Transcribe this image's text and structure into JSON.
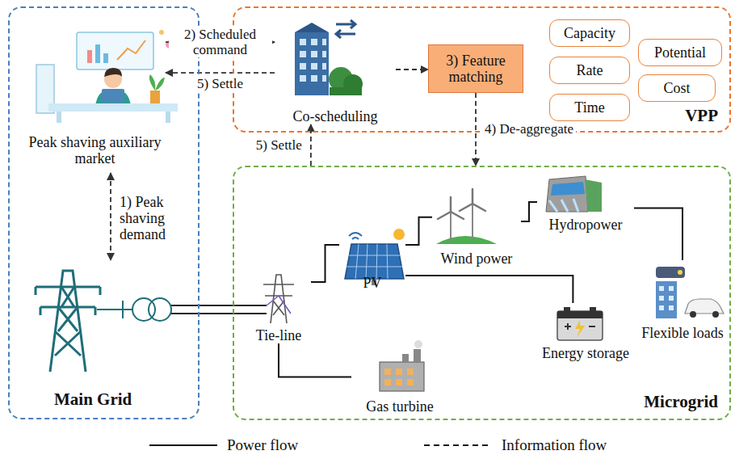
{
  "diagram": {
    "nodes": [
      {
        "text": [
          "Main Grid"
        ]
      },
      {
        "text": [
          "Peak shaving auxiliary market"
        ],
        "in": 0
      },
      {
        "text": [
          "VPP"
        ]
      },
      {
        "text": [
          "Co-scheduling"
        ],
        "in": 2
      },
      {
        "text": [
          "3) Feature matching"
        ],
        "in": 2
      },
      {
        "text": [
          "Capacity"
        ],
        "in": 2
      },
      {
        "text": [
          "Rate"
        ],
        "in": 2
      },
      {
        "text": [
          "Time"
        ],
        "in": 2
      },
      {
        "text": [
          "Potential"
        ],
        "in": 2
      },
      {
        "text": [
          "Cost"
        ],
        "in": 2
      },
      {
        "text": [
          "Microgrid"
        ]
      },
      {
        "text": [
          "Tie-line"
        ],
        "in": 10
      },
      {
        "text": [
          "PV"
        ],
        "in": 10
      },
      {
        "text": [
          "Wind power"
        ],
        "in": 10
      },
      {
        "text": [
          "Hydropower"
        ],
        "in": 10
      },
      {
        "text": [
          "Flexible loads"
        ],
        "in": 10
      },
      {
        "text": [
          "Energy storage"
        ],
        "in": 10
      },
      {
        "text": [
          "Gas turbine"
        ],
        "in": 10
      }
    ],
    "edges": [
      {
        "from": 1,
        "to": 3,
        "label": "2) Scheduled command",
        "arrow": "to"
      },
      {
        "from": 3,
        "to": 1,
        "label": "5) Settle",
        "arrow": "to"
      },
      {
        "from": 3,
        "to": 4,
        "arrow": "to"
      },
      {
        "from": 4,
        "to": 10,
        "label": "4) De-aggregate",
        "arrow": "to"
      },
      {
        "from": 10,
        "to": 3,
        "label": "5) Settle",
        "arrow": "to"
      },
      {
        "from": 11,
        "to": 12,
        "arrow": "none"
      },
      {
        "from": 12,
        "to": 13,
        "arrow": "none"
      },
      {
        "from": 13,
        "to": 14,
        "arrow": "none"
      },
      {
        "from": 14,
        "to": 15,
        "arrow": "none"
      },
      {
        "from": 12,
        "to": 16,
        "arrow": "none"
      },
      {
        "from": 11,
        "to": 17,
        "arrow": "none"
      }
    ],
    "labels": [
      "1) Peak shaving demand"
    ],
    "legend": [
      {
        "text": "Power flow"
      },
      {
        "text": "Information flow"
      }
    ]
  }
}
